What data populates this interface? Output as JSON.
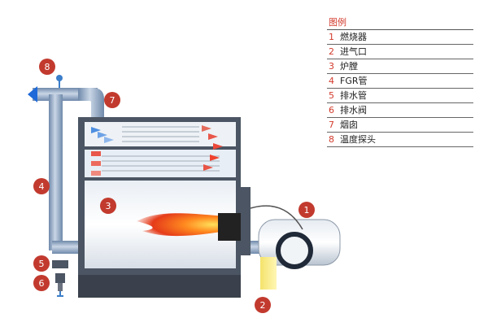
{
  "colors": {
    "accent_red": "#c23a2e",
    "pipe_blue": "#8aa3c1",
    "boiler_gray": "#4b5563",
    "outlet_arrow": "#1f6ad8",
    "flame": "#e53b1a",
    "inlet_yellow": "#f4e36b"
  },
  "legend": {
    "title": "图例",
    "items": [
      {
        "num": "1",
        "label": "燃烧器"
      },
      {
        "num": "2",
        "label": "进气口"
      },
      {
        "num": "3",
        "label": "炉膛"
      },
      {
        "num": "4",
        "label": "FGR管"
      },
      {
        "num": "5",
        "label": "排水管"
      },
      {
        "num": "6",
        "label": "排水阀"
      },
      {
        "num": "7",
        "label": "烟囱"
      },
      {
        "num": "8",
        "label": "温度探头"
      }
    ]
  },
  "callouts": [
    "1",
    "2",
    "3",
    "4",
    "5",
    "6",
    "7",
    "8"
  ]
}
